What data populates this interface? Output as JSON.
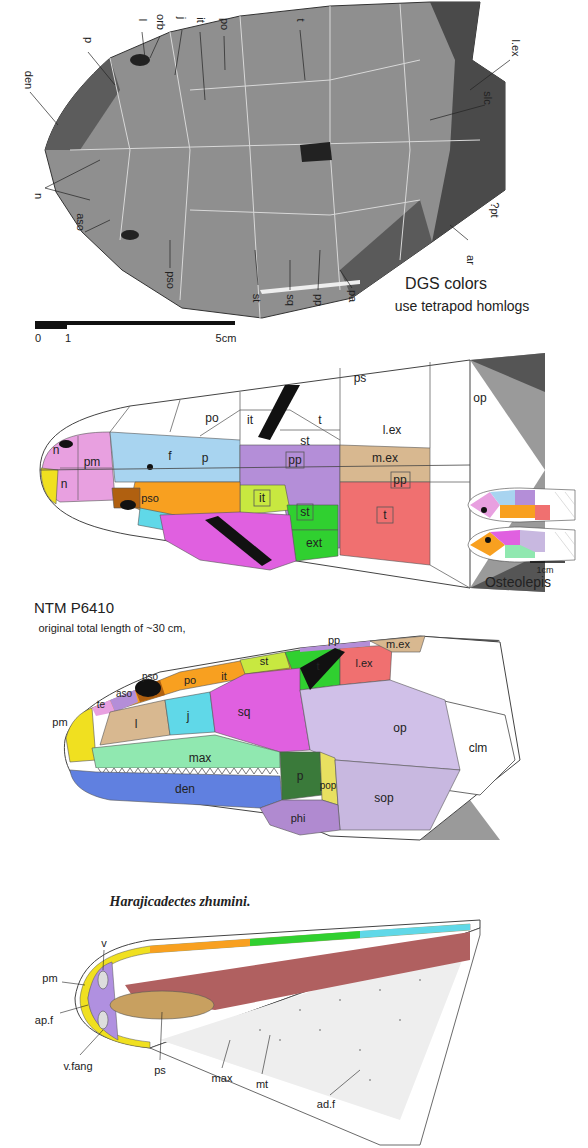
{
  "diagram": {
    "labels": [
      "den",
      "p",
      "l",
      "orb",
      "j",
      "it",
      "po",
      "t",
      "l.ex",
      "slc",
      "n",
      "aso",
      "pso",
      "st",
      "sq",
      "pp",
      "pa",
      "ar",
      "?pt",
      "0",
      "1",
      "5cm",
      "DGS colors",
      "use tetrapod homlogs",
      "ps",
      "po",
      "it",
      "t",
      "st",
      "l.ex",
      "op",
      "n",
      "f",
      "p",
      "pp",
      "m.ex",
      "pp",
      "n",
      "pm",
      "pso",
      "it",
      "st",
      "ext",
      "t",
      "Osteolepis",
      "1cm",
      "NTM P6410",
      "original total length of ~30 cm,",
      "pm",
      "te",
      "aso",
      "pso",
      "po",
      "it",
      "st",
      "t",
      "l.ex",
      "m.ex",
      "pp",
      "sq",
      "op",
      "l",
      "j",
      "max",
      "den",
      "p",
      "pop",
      "sop",
      "phi",
      "clm",
      "Harajicadectes zhumini.",
      "v",
      "pm",
      "ap.f",
      "v.fang",
      "ps",
      "max",
      "mt",
      "ad.f"
    ]
  }
}
